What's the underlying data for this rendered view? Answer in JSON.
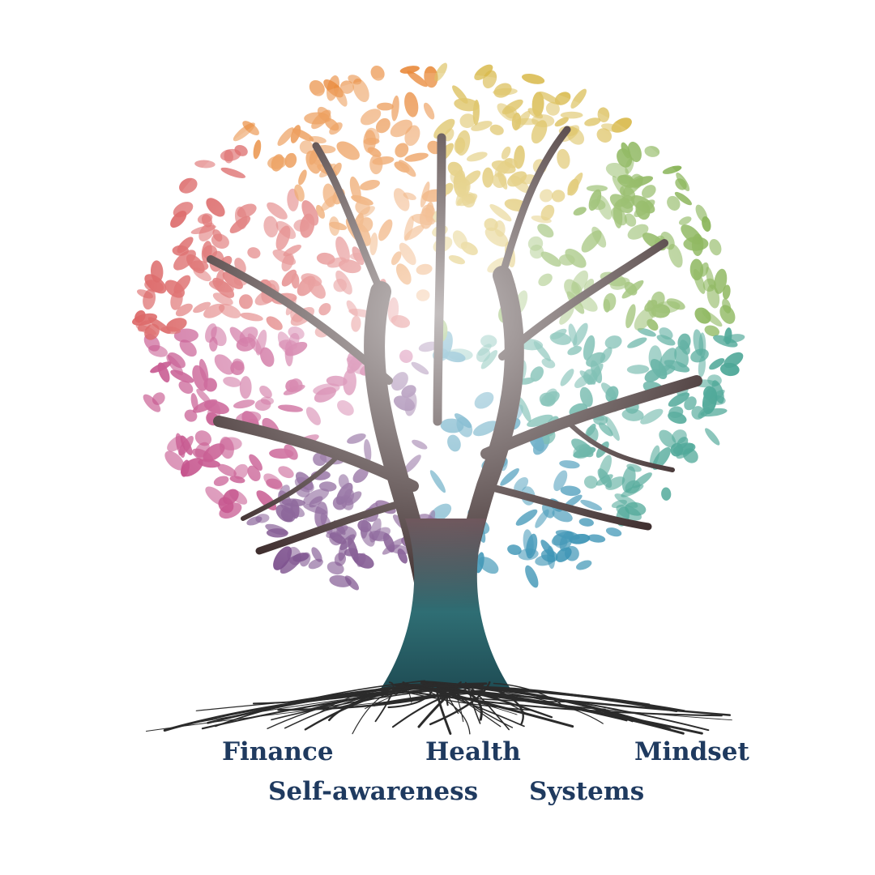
{
  "labels": {
    "finance": "Finance",
    "health": "Health",
    "mindset": "Mindset",
    "self_awareness": "Self-awareness",
    "systems": "Systems"
  },
  "colors": {
    "text": "#1f3a5f",
    "trunk": "#2f7f7c",
    "branch": "#3b2a2a",
    "root": "#2b2b2b",
    "leaf_palette": [
      "#d95a5a",
      "#e98b3d",
      "#d8b94a",
      "#7fae4a",
      "#3fa08f",
      "#2f8db0",
      "#7b4f8c",
      "#c24a86"
    ]
  }
}
